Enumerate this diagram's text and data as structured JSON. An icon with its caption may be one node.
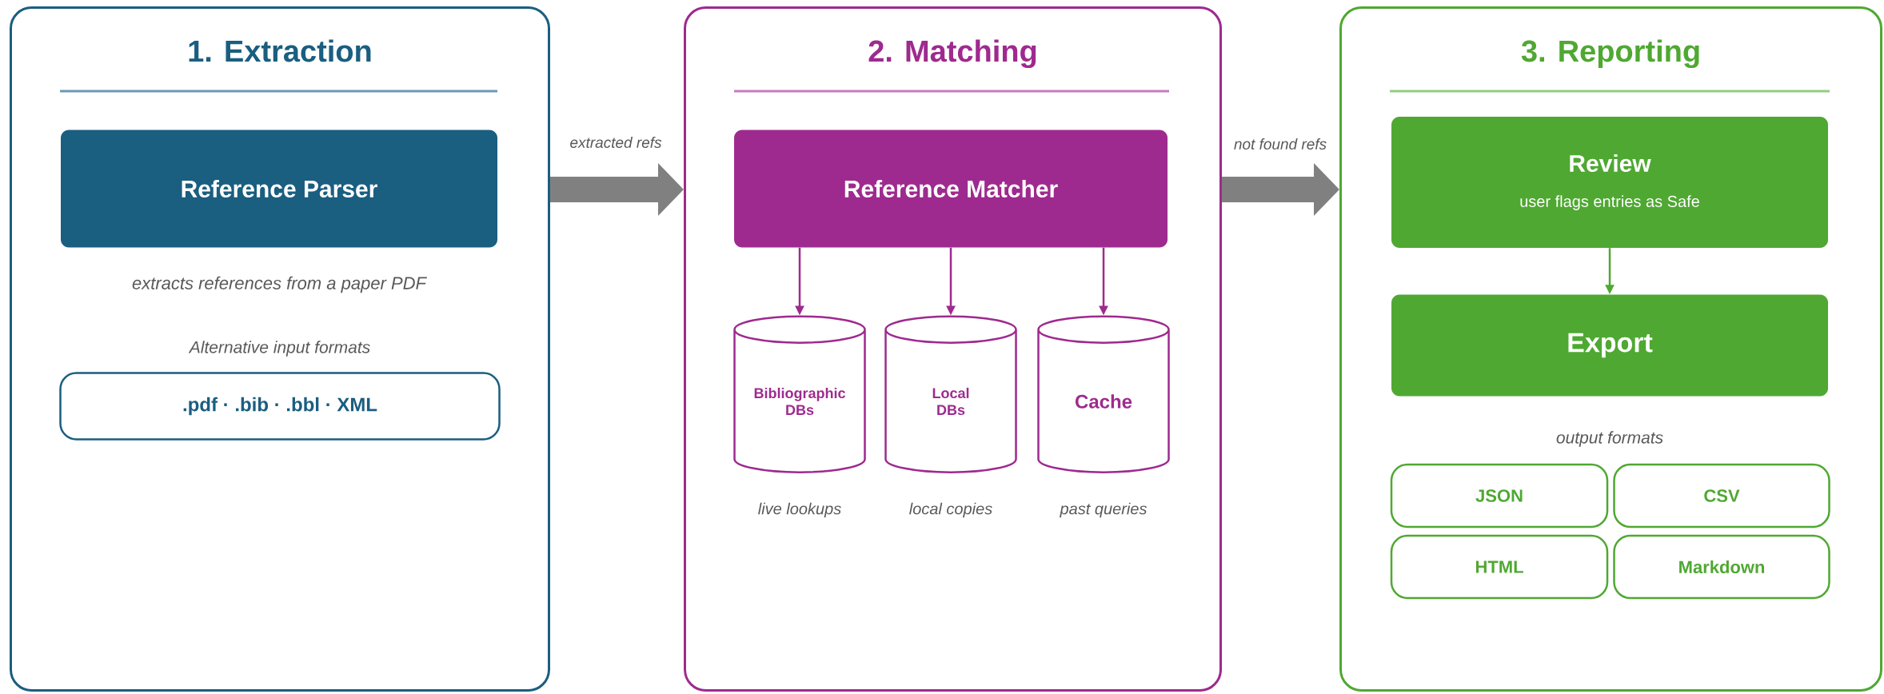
{
  "diagram": {
    "nodes": [
      {
        "text": [
          "1. Extraction"
        ]
      },
      {
        "text": [
          "Reference Parser"
        ],
        "in": 0,
        "beside": [
          "extracts references from a paper PDF"
        ]
      },
      {
        "text": [
          ".pdf · .bib · .bbl · XML"
        ],
        "in": 0
      },
      {
        "text": [
          "2. Matching"
        ]
      },
      {
        "text": [
          "Reference Matcher"
        ],
        "in": 3
      },
      {
        "text": [
          "Bibliographic DBs"
        ],
        "in": 3,
        "beside": [
          "live lookups"
        ]
      },
      {
        "text": [
          "Local DBs"
        ],
        "in": 3,
        "beside": [
          "local copies"
        ]
      },
      {
        "text": [
          "Cache"
        ],
        "in": 3,
        "beside": [
          "past queries"
        ]
      },
      {
        "text": [
          "3. Reporting"
        ]
      },
      {
        "text": [
          "Review",
          "user flags entries as Safe"
        ],
        "in": 8
      },
      {
        "text": [
          "Export"
        ],
        "in": 8
      },
      {
        "text": [
          "JSON"
        ],
        "in": 8
      },
      {
        "text": [
          "CSV"
        ],
        "in": 8
      },
      {
        "text": [
          "HTML"
        ],
        "in": 8
      },
      {
        "text": [
          "Markdown"
        ],
        "in": 8
      }
    ],
    "edges": [
      {
        "from": 0,
        "to": 3,
        "arrow": "to",
        "label": "extracted refs",
        "style": "thick",
        "color": "#808080"
      },
      {
        "from": 3,
        "to": 8,
        "arrow": "to",
        "label": "not found refs",
        "style": "thick",
        "color": "#808080"
      },
      {
        "from": 4,
        "to": 5,
        "arrow": "to",
        "color": "#9e2a8f"
      },
      {
        "from": 4,
        "to": 6,
        "arrow": "to",
        "color": "#9e2a8f"
      },
      {
        "from": 4,
        "to": 7,
        "arrow": "to",
        "color": "#9e2a8f"
      },
      {
        "from": 9,
        "to": 10,
        "arrow": "to",
        "color": "#4fa832"
      }
    ],
    "labels": [
      "Alternative input formats",
      "output formats"
    ]
  }
}
